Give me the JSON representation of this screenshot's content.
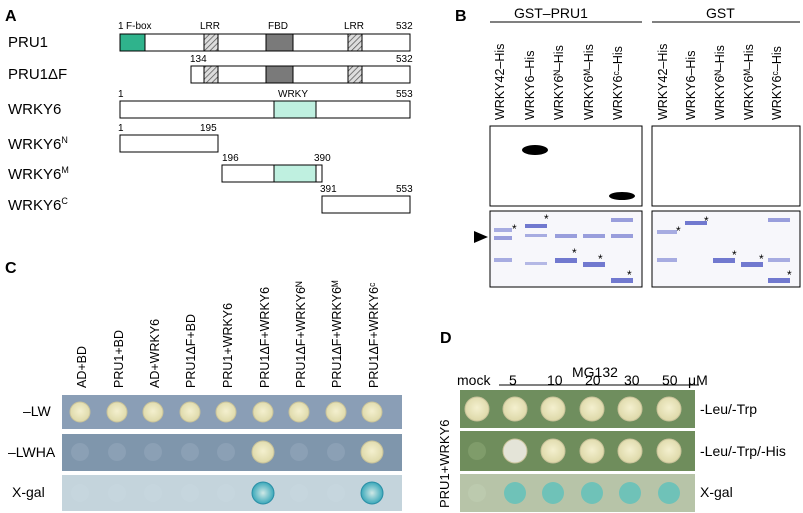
{
  "panels": {
    "a": "A",
    "b": "B",
    "c": "C",
    "d": "D"
  },
  "panel_a": {
    "constructs": [
      {
        "name": "PRU1",
        "sup": "",
        "domains": [
          "F-box",
          "LRR",
          "FBD",
          "LRR"
        ],
        "start_label": "1",
        "end_label": "532"
      },
      {
        "name": "PRU1ΔF",
        "sup": "",
        "start_label": "134",
        "end_label": "532"
      },
      {
        "name": "WRKY6",
        "sup": "",
        "domains": [
          "WRKY"
        ],
        "start_label": "1",
        "end_label": "553"
      },
      {
        "name": "WRKY6",
        "sup": "N",
        "start_label": "1",
        "end_label": "195"
      },
      {
        "name": "WRKY6",
        "sup": "M",
        "start_label": "196",
        "end_label": "390"
      },
      {
        "name": "WRKY6",
        "sup": "C",
        "start_label": "391",
        "end_label": "553"
      }
    ]
  },
  "panel_b": {
    "group_gst_pru1": "GST–PRU1",
    "group_gst": "GST",
    "lanes": [
      "WRKY42–His",
      "WRKY6–His",
      "WRKY6ᴺ–His",
      "WRKY6ᴹ–His",
      "WRKY6ᶜ–His"
    ],
    "marker": "*"
  },
  "panel_c": {
    "columns": [
      "AD+BD",
      "PRU1+BD",
      "AD+WRKY6",
      "PRU1ΔF+BD",
      "PRU1+WRKY6",
      "PRU1ΔF+WRKY6",
      "PRU1ΔF+WRKY6ᴺ",
      "PRU1ΔF+WRKY6ᴹ",
      "PRU1ΔF+WRKY6ᶜ"
    ],
    "rows": [
      "–LW",
      "–LWHA",
      "X-gal"
    ]
  },
  "panel_d": {
    "treatment": "MG132",
    "mock": "mock",
    "doses": [
      "5",
      "10",
      "20",
      "30",
      "50"
    ],
    "unit": "μM",
    "strain": "PRU1+WRKY6",
    "rows": [
      "-Leu/-Trp",
      "-Leu/-Trp/-His",
      "X-gal"
    ]
  }
}
